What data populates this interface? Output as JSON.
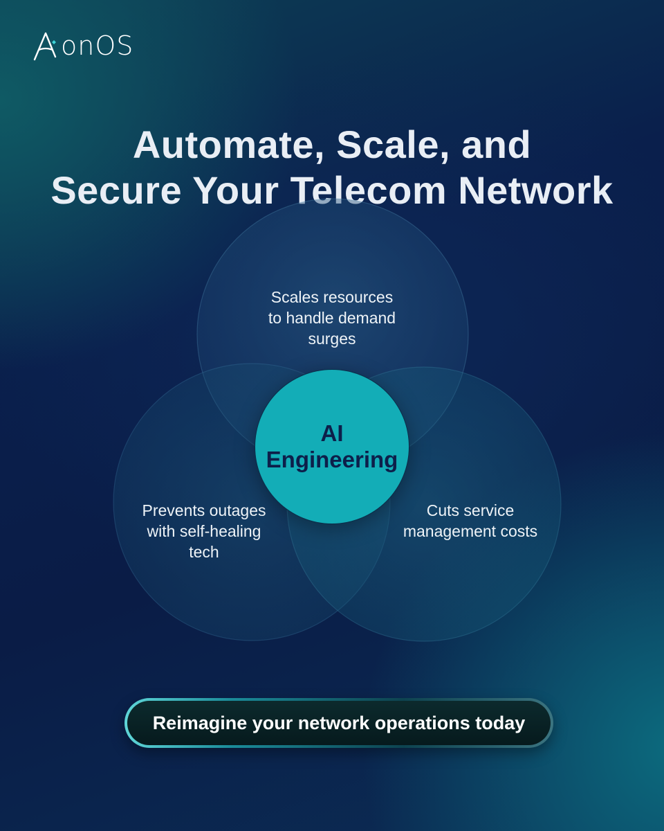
{
  "brand": {
    "logo_text": "onOS",
    "logo_letter": "A"
  },
  "headline": {
    "line1": "Automate, Scale, and",
    "line2": "Secure Your Telecom Network"
  },
  "venn": {
    "center": {
      "line1": "AI",
      "line2": "Engineering"
    },
    "top": {
      "lines": [
        "Scales resources",
        "to handle demand",
        "surges"
      ]
    },
    "left": {
      "lines": [
        "Prevents outages",
        "with self-healing",
        "tech"
      ]
    },
    "right": {
      "lines": [
        "Cuts service",
        "management costs"
      ]
    }
  },
  "cta": {
    "label": "Reimagine your network operations today"
  },
  "colors": {
    "accent_teal": "#13adb7",
    "center_text": "#0d1f4a",
    "background_navy": "#0a1c46"
  }
}
